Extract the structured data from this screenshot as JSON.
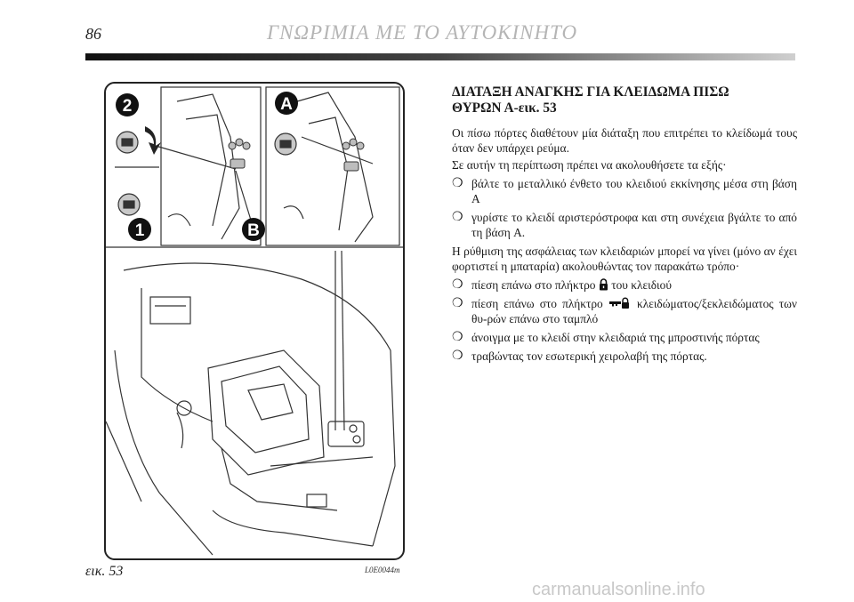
{
  "header": {
    "page_number": "86",
    "running_title": "ΓΝΩΡΙΜΙΑ ΜΕ ΤΟ ΑΥΤΟΚΙΝΗΤΟ"
  },
  "figure": {
    "callouts": {
      "two": "2",
      "a": "A",
      "one": "1",
      "b": "B"
    },
    "caption": "εικ. 53",
    "code": "L0E0044m"
  },
  "section": {
    "title_line1": "ΔΙΑΤΑΞΗ ΑΝΑΓΚΗΣ ΓΙΑ ΚΛΕΙΔΩΜΑ ΠΙΣΩ",
    "title_line2": "ΘΥΡΩΝ Α-εικ. 53",
    "para1": "Οι πίσω πόρτες διαθέτουν μία διάταξη που επιτρέπει το κλείδωμά τους όταν δεν υπάρχει ρεύμα.",
    "para2": "Σε αυτήν τη περίπτωση πρέπει να ακολουθήσετε τα εξής·",
    "steps": [
      "βάλτε το μεταλλικό ένθετο του κλειδιού εκκίνησης μέσα στη βάση A",
      "γυρίστε το κλειδί αριστερόστροφα και στη συνέχεια βγάλτε το από τη βάση A."
    ],
    "para3": "Η ρύθμιση της ασφάλειας των κλειδαριών μπορεί να γίνει (μόνο αν έχει φορτιστεί η μπαταρία) ακολουθώντας τον παρακάτω τρόπο·",
    "methods": {
      "m1_before": "πίεση επάνω στο πλήκτρο",
      "m1_after": "του κλειδιού",
      "m2_before": "πίεση επάνω στο πλήκτρο",
      "m2_after": "κλειδώματος/ξεκλειδώματος των θυ-ρών επάνω στο ταμπλό",
      "m3": "άνοιγμα με το κλειδί στην κλειδαριά της μπροστινής πόρτας",
      "m4": "τραβώντας τον εσωτερική χειρολαβή της πόρτας."
    },
    "bullet_symbol": "❍"
  },
  "watermark": "carmanualsonline.info"
}
